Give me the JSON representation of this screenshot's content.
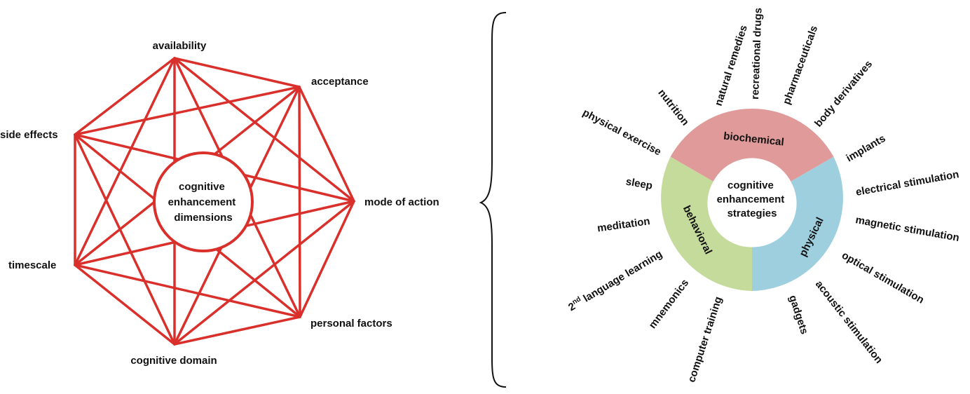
{
  "left_diagram": {
    "center_lines": [
      "cognitive",
      "enhancement",
      "dimensions"
    ],
    "vertices": [
      {
        "label": "availability"
      },
      {
        "label": "acceptance"
      },
      {
        "label": "mode of action"
      },
      {
        "label": "personal factors"
      },
      {
        "label": "cognitive domain"
      },
      {
        "label": "timescale"
      },
      {
        "label": "side effects"
      }
    ],
    "line_color": "#D9302C"
  },
  "right_diagram": {
    "center_lines": [
      "cognitive",
      "enhancement",
      "strategies"
    ],
    "segments": [
      {
        "label": "biochemical",
        "color": "#E09A9A"
      },
      {
        "label": "physical",
        "color": "#9DCFDF"
      },
      {
        "label": "behavioral",
        "color": "#C5DB9C"
      }
    ],
    "strategies": [
      {
        "label": "recreational drugs"
      },
      {
        "label": "pharmaceuticals"
      },
      {
        "label": "body derivatives"
      },
      {
        "label": "implants"
      },
      {
        "label": "electrical stimulation"
      },
      {
        "label": "magnetic stimulation"
      },
      {
        "label": "optical stimulation"
      },
      {
        "label": "acoustic stimulation"
      },
      {
        "label": "gadgets"
      },
      {
        "label": "computer training"
      },
      {
        "label": "mnemonics"
      },
      {
        "label": "2",
        "sup": "nd",
        "rest": " language learning"
      },
      {
        "label": "meditation"
      },
      {
        "label": "sleep"
      },
      {
        "label": "physical exercise"
      },
      {
        "label": "nutrition"
      },
      {
        "label": "natural remedies"
      }
    ]
  }
}
